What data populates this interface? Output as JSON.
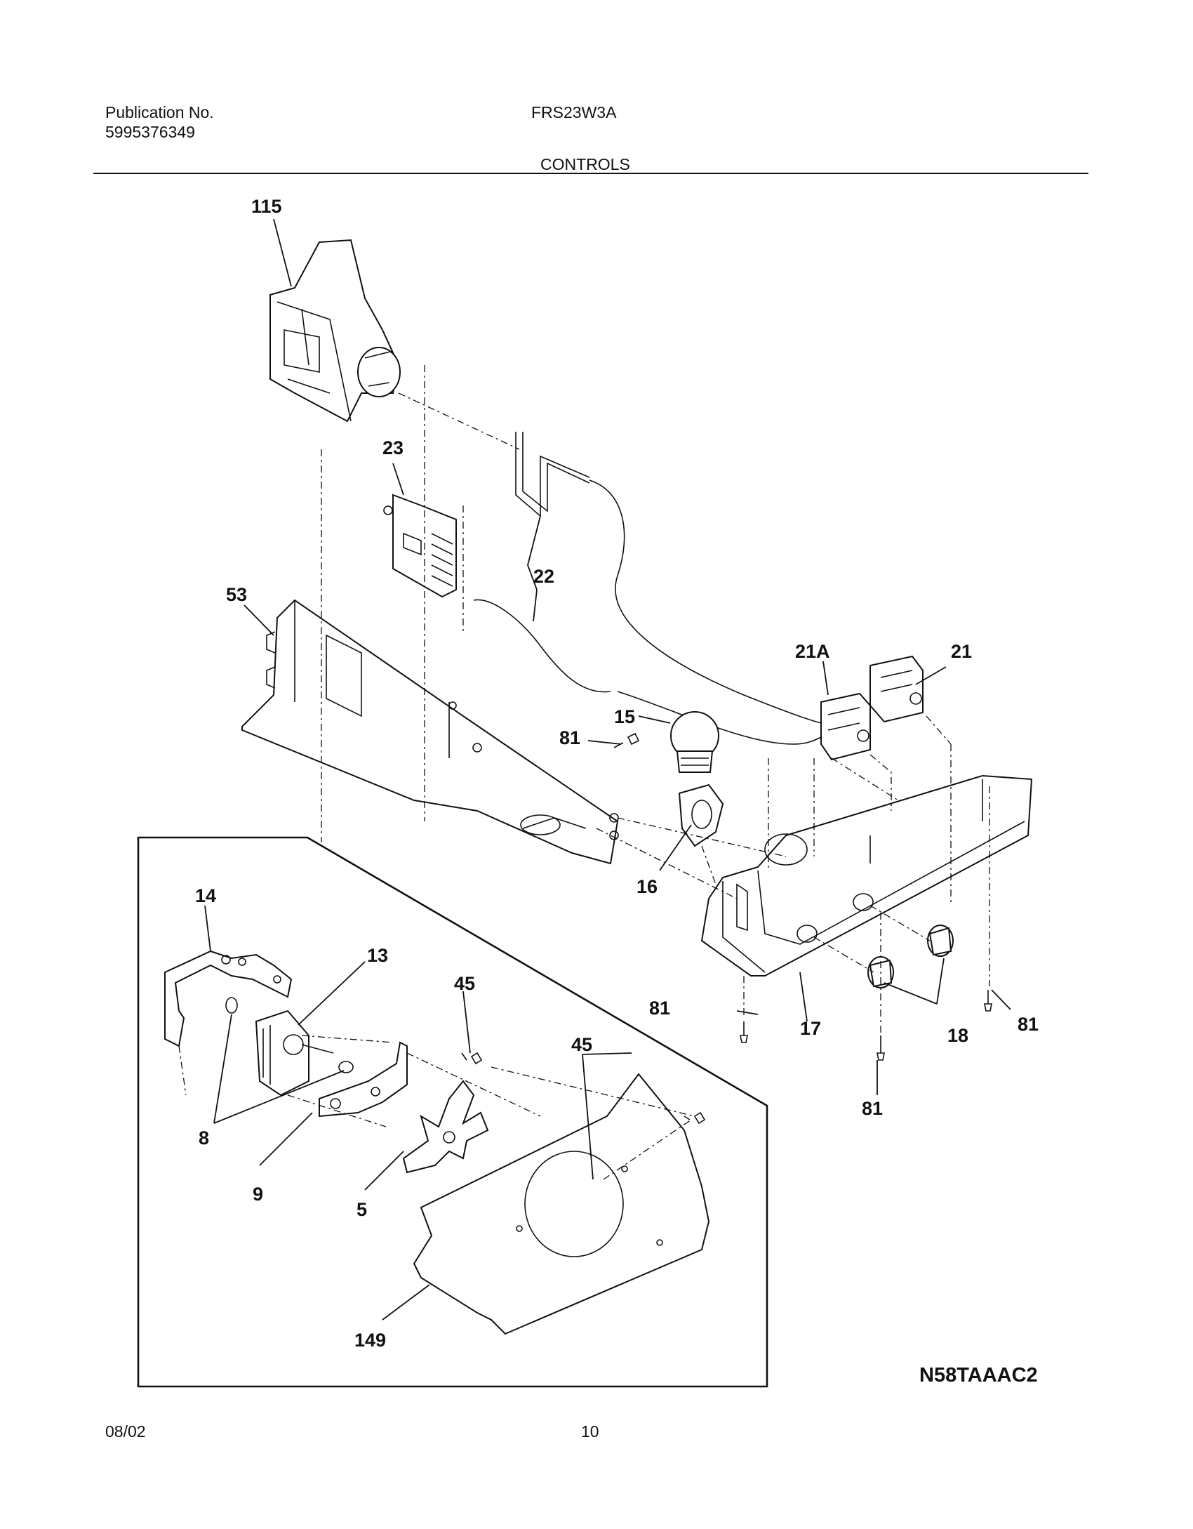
{
  "header": {
    "publication_label": "Publication No.",
    "publication_number": "5995376349",
    "model": "FRS23W3A",
    "section_title": "CONTROLS"
  },
  "diagram": {
    "drawing_code": "N58TAAAC2",
    "callouts": [
      "115",
      "23",
      "22",
      "53",
      "21A",
      "21",
      "15",
      "81",
      "16",
      "17",
      "18",
      "14",
      "13",
      "45",
      "8",
      "9",
      "5",
      "149"
    ]
  },
  "footer": {
    "date": "08/02",
    "page_number": "10"
  }
}
